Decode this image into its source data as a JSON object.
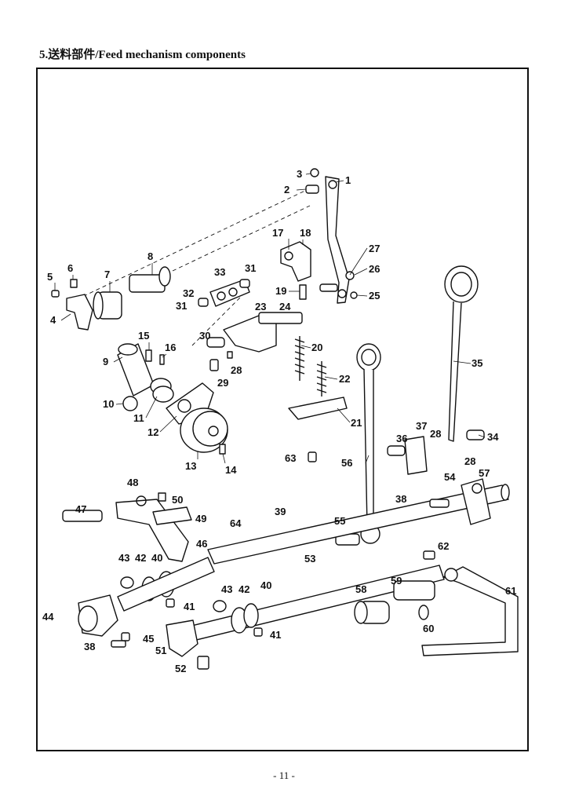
{
  "title": "5.送料部件/Feed  mechanism  components",
  "page_number": "- 11 -",
  "callouts": [
    {
      "label": "1"
    },
    {
      "label": "2"
    },
    {
      "label": "3"
    },
    {
      "label": "4"
    },
    {
      "label": "5"
    },
    {
      "label": "6"
    },
    {
      "label": "7"
    },
    {
      "label": "8"
    },
    {
      "label": "9"
    },
    {
      "label": "10"
    },
    {
      "label": "11"
    },
    {
      "label": "12"
    },
    {
      "label": "13"
    },
    {
      "label": "14"
    },
    {
      "label": "15"
    },
    {
      "label": "16"
    },
    {
      "label": "17"
    },
    {
      "label": "18"
    },
    {
      "label": "19"
    },
    {
      "label": "20"
    },
    {
      "label": "21"
    },
    {
      "label": "22"
    },
    {
      "label": "23"
    },
    {
      "label": "24"
    },
    {
      "label": "25"
    },
    {
      "label": "26"
    },
    {
      "label": "27"
    },
    {
      "label": "28"
    },
    {
      "label": "28"
    },
    {
      "label": "28"
    },
    {
      "label": "29"
    },
    {
      "label": "30"
    },
    {
      "label": "31"
    },
    {
      "label": "31"
    },
    {
      "label": "32"
    },
    {
      "label": "33"
    },
    {
      "label": "34"
    },
    {
      "label": "35"
    },
    {
      "label": "36"
    },
    {
      "label": "37"
    },
    {
      "label": "38"
    },
    {
      "label": "38"
    },
    {
      "label": "39"
    },
    {
      "label": "40"
    },
    {
      "label": "40"
    },
    {
      "label": "41"
    },
    {
      "label": "41"
    },
    {
      "label": "42"
    },
    {
      "label": "42"
    },
    {
      "label": "43"
    },
    {
      "label": "43"
    },
    {
      "label": "44"
    },
    {
      "label": "45"
    },
    {
      "label": "46"
    },
    {
      "label": "47"
    },
    {
      "label": "48"
    },
    {
      "label": "49"
    },
    {
      "label": "50"
    },
    {
      "label": "51"
    },
    {
      "label": "52"
    },
    {
      "label": "53"
    },
    {
      "label": "54"
    },
    {
      "label": "55"
    },
    {
      "label": "56"
    },
    {
      "label": "57"
    },
    {
      "label": "58"
    },
    {
      "label": "59"
    },
    {
      "label": "60"
    },
    {
      "label": "61"
    },
    {
      "label": "62"
    },
    {
      "label": "63"
    },
    {
      "label": "64"
    }
  ]
}
